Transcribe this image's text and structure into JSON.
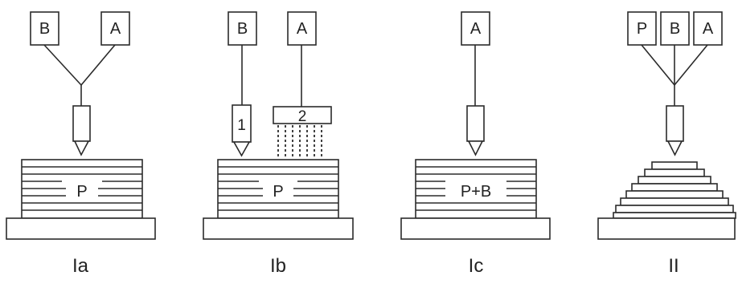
{
  "panels": [
    {
      "caption": "Ia",
      "inputs": [
        "B",
        "A"
      ],
      "part_label": "P"
    },
    {
      "caption": "Ib",
      "inputs": [
        "B",
        "A"
      ],
      "nozzle_labels": [
        "1",
        "2"
      ],
      "part_label": "P"
    },
    {
      "caption": "Ic",
      "inputs": [
        "A"
      ],
      "part_label": "P+B"
    },
    {
      "caption": "II",
      "inputs": [
        "P",
        "B",
        "A"
      ],
      "part_label": ""
    }
  ],
  "colors": {
    "stroke": "#2b2b2b",
    "background": "#ffffff"
  }
}
